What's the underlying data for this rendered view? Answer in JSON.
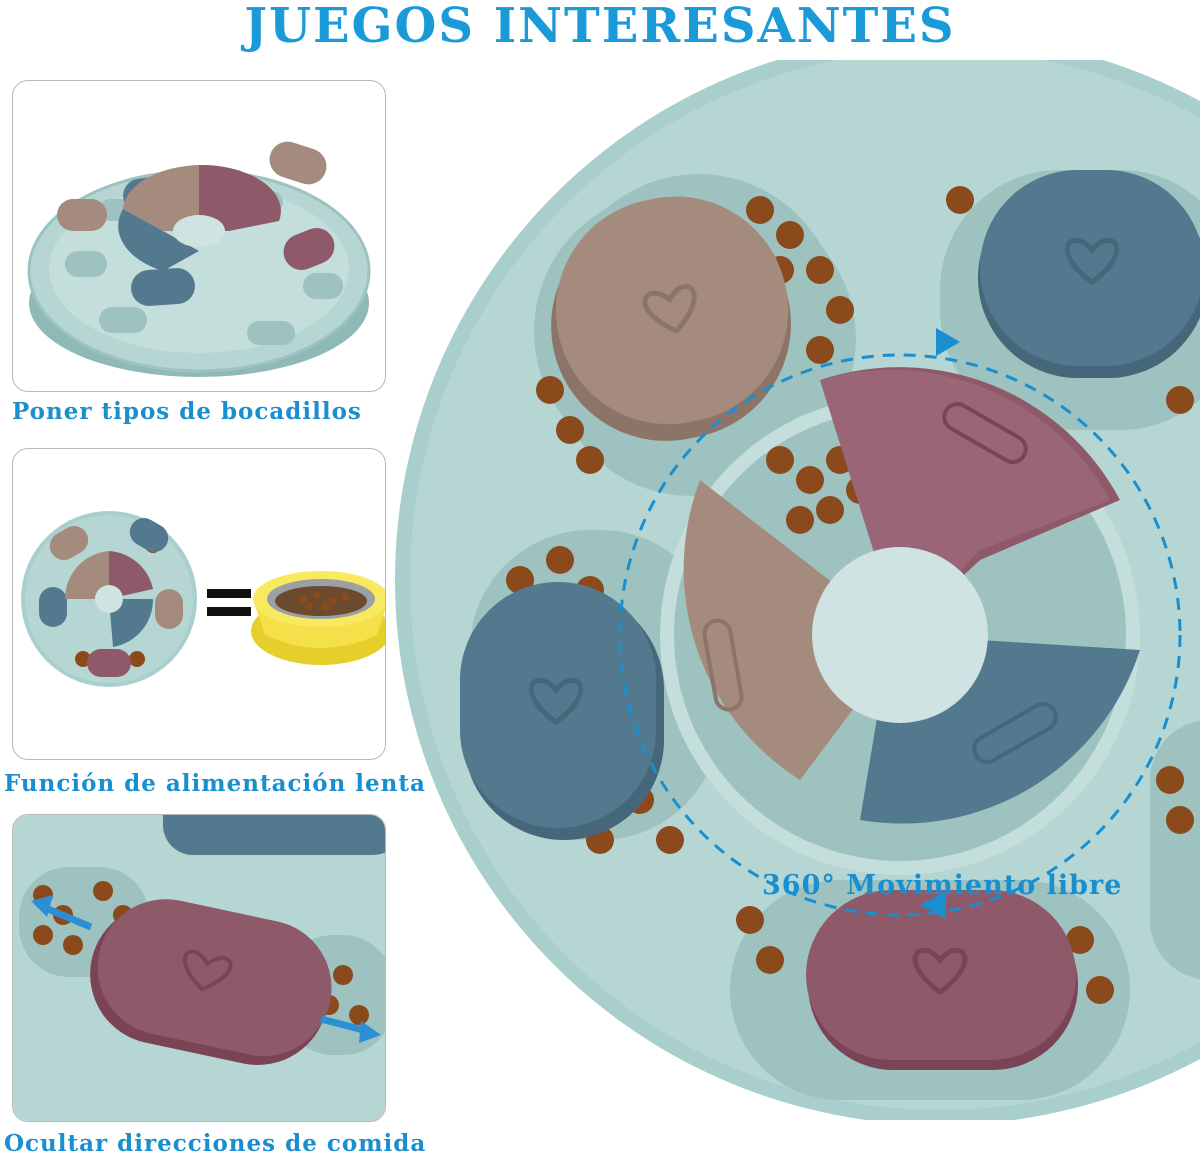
{
  "title": "JUEGOS INTERESANTES",
  "panels": [
    {
      "caption": "Poner tipos de bocadillos"
    },
    {
      "caption": "Función de alimentación lenta",
      "equals_sign": "="
    },
    {
      "caption": "Ocultar direcciones de comida"
    }
  ],
  "rotation_label": "360° Movimiento libre",
  "colors": {
    "text_blue": "#1a8fd0",
    "base_mint": "#a8cfcc",
    "lid_brown": "#a58b7e",
    "lid_mauve": "#8e5a6a",
    "lid_blue": "#53798f",
    "food": "#8a4a1c",
    "bowl_yellow": "#f4e14a"
  }
}
